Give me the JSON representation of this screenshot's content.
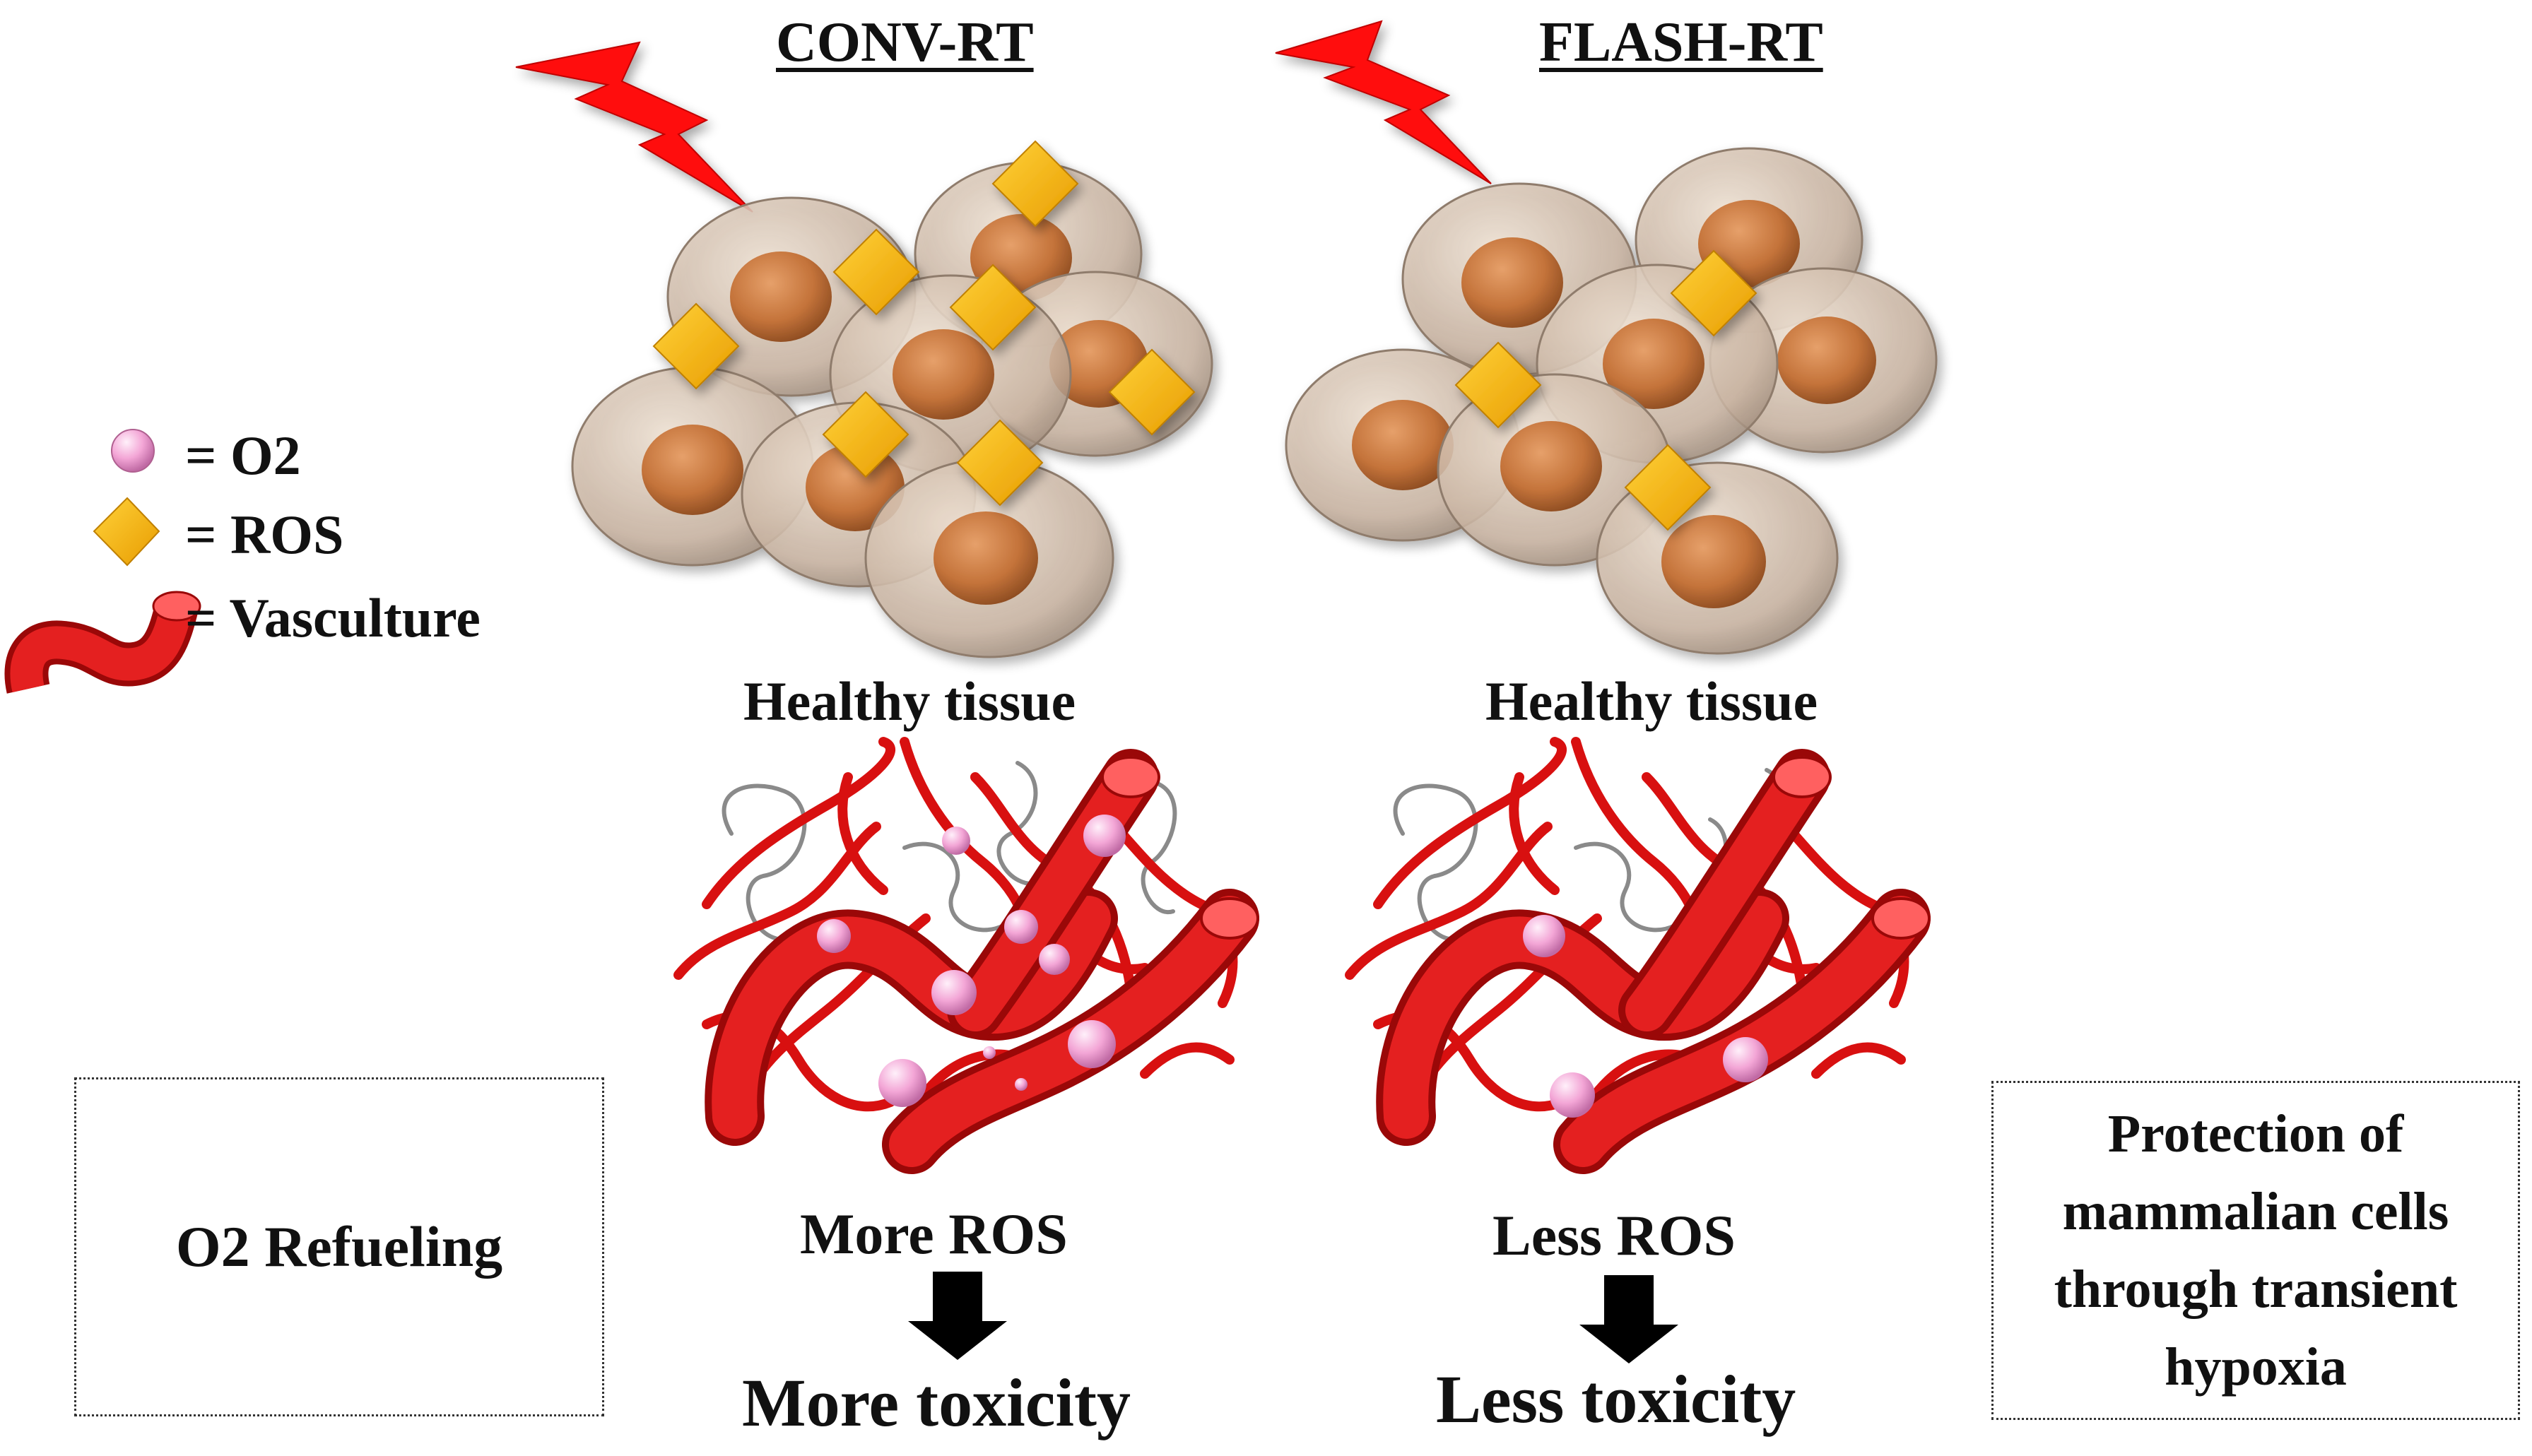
{
  "panels": {
    "conv": {
      "title": "CONV-RT",
      "tissue": "Healthy tissue",
      "ros": "More ROS",
      "toxicity": "More toxicity"
    },
    "flash": {
      "title": "FLASH-RT",
      "tissue": "Healthy tissue",
      "ros": "Less ROS",
      "toxicity": "Less toxicity"
    }
  },
  "legend": {
    "o2": "= O2",
    "ros": "= ROS",
    "vasculature": "= Vasculture"
  },
  "boxes": {
    "left": "O2 Refueling",
    "right": [
      "Protection of",
      "mammalian cells",
      "through transient",
      "hypoxia"
    ]
  },
  "colors": {
    "lightning": "#ff1010",
    "ros_diamond": "#f5b800",
    "o2_sphere": "#f3a6d6",
    "vessel": "#e01818",
    "cell_body": "#c9b4a4",
    "cell_nucleus": "#c5743c",
    "arrow": "#000000"
  }
}
